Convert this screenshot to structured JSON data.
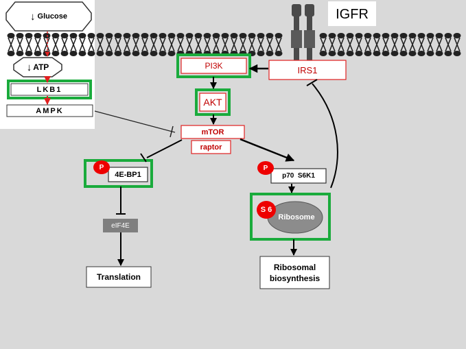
{
  "diagram": {
    "colors": {
      "background": "#d9d9d9",
      "highlight_box": "#1aab3c",
      "node_red_text": "#c00000",
      "node_red_border": "#e02020",
      "phospho_badge": "#ee0000",
      "eif4e_fill": "#7f7f7f",
      "ribosome_fill": "#8c8c8c",
      "arrow_red": "#e02020"
    },
    "receptor": {
      "label": "IGFR"
    },
    "left_panel": {
      "glucose": "Glucose",
      "atp": "ATP",
      "down_arrow_symbol": "↓",
      "lkb1": "LKB1",
      "ampk": "AMPK"
    },
    "nodes": {
      "pi3k": "PI3K",
      "irs1": "IRS1",
      "akt": "AKT",
      "mtor": "mTOR",
      "raptor": "raptor",
      "fourebp1": "4E-BP1",
      "p70s6k1": "p70  S6K1",
      "eif4e": "eIF4E",
      "ribosome": "Ribosome",
      "translation": "Translation",
      "ribosomal_biosynthesis_line1": "Ribosomal",
      "ribosomal_biosynthesis_line2": "biosynthesis"
    },
    "badges": {
      "phospho": "P",
      "s6": "S 6"
    }
  }
}
